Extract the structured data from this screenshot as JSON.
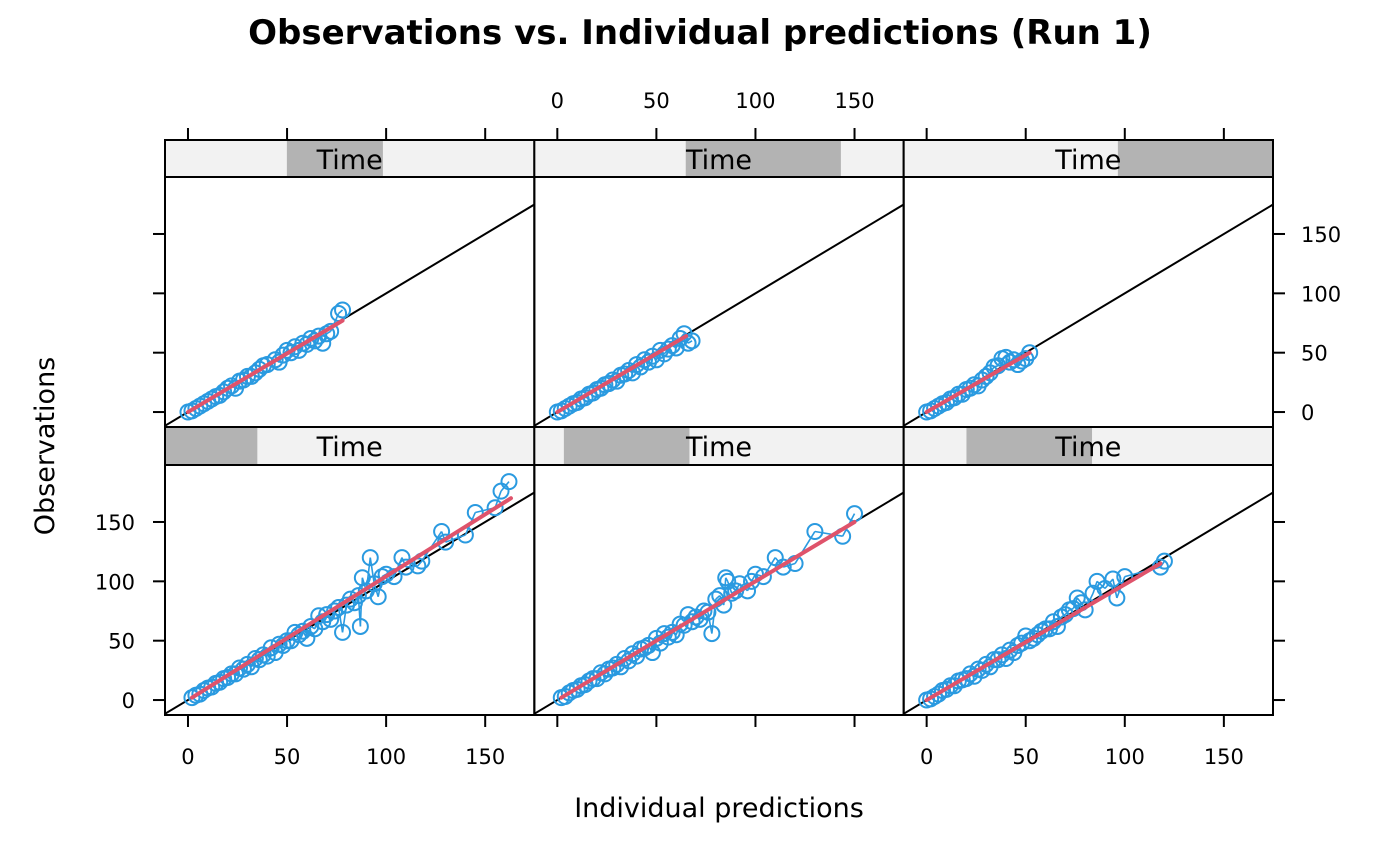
{
  "chart_data": {
    "type": "scatter",
    "title": "Observations vs. Individual predictions (Run 1)",
    "xlabel": "Individual predictions",
    "ylabel": "Observations",
    "xlim": [
      -11.6,
      174.8
    ],
    "ylim": [
      -12.6,
      198
    ],
    "xticks": [
      0,
      50,
      100,
      150
    ],
    "yticks": [
      0,
      50,
      100,
      150
    ],
    "xtick_labels": [
      "0",
      "50",
      "100",
      "150"
    ],
    "ytick_labels": [
      "0",
      "50",
      "100",
      "150"
    ],
    "grid": false,
    "layout": {
      "columns": 3,
      "rows": 2
    },
    "strip_variable": "Time",
    "reference_line": {
      "type": "identity",
      "slope": 1,
      "intercept": 0
    },
    "colors": {
      "points": "#2a9ae0",
      "smooth": "#df536b",
      "identity": "#000000",
      "strip_bg": "#f2f2f2",
      "strip_shade": "#b3b3b3"
    },
    "panels": [
      {
        "id": "bottom-left",
        "strip": {
          "label": "Time",
          "shade_range": [
            0.0,
            0.25
          ]
        },
        "max_pred": 163,
        "max_obs": 185,
        "smooth": {
          "x0": 2,
          "y0": 2,
          "x1": 163,
          "y1": 170
        },
        "points": [
          [
            2,
            2
          ],
          [
            4,
            4
          ],
          [
            6,
            5
          ],
          [
            8,
            8
          ],
          [
            10,
            10
          ],
          [
            12,
            11
          ],
          [
            14,
            14
          ],
          [
            16,
            15
          ],
          [
            18,
            18
          ],
          [
            20,
            19
          ],
          [
            22,
            22
          ],
          [
            24,
            22
          ],
          [
            26,
            27
          ],
          [
            28,
            26
          ],
          [
            30,
            30
          ],
          [
            32,
            28
          ],
          [
            34,
            35
          ],
          [
            36,
            34
          ],
          [
            38,
            38
          ],
          [
            40,
            37
          ],
          [
            42,
            44
          ],
          [
            44,
            40
          ],
          [
            46,
            47
          ],
          [
            48,
            46
          ],
          [
            50,
            50
          ],
          [
            52,
            50
          ],
          [
            54,
            57
          ],
          [
            56,
            55
          ],
          [
            58,
            58
          ],
          [
            60,
            52
          ],
          [
            62,
            62
          ],
          [
            64,
            60
          ],
          [
            66,
            71
          ],
          [
            68,
            66
          ],
          [
            70,
            72
          ],
          [
            72,
            68
          ],
          [
            74,
            75
          ],
          [
            76,
            78
          ],
          [
            78,
            57
          ],
          [
            80,
            80
          ],
          [
            82,
            85
          ],
          [
            84,
            82
          ],
          [
            86,
            88
          ],
          [
            87,
            62
          ],
          [
            88,
            103
          ],
          [
            90,
            92
          ],
          [
            92,
            120
          ],
          [
            94,
            98
          ],
          [
            96,
            87
          ],
          [
            98,
            104
          ],
          [
            100,
            106
          ],
          [
            104,
            104
          ],
          [
            108,
            120
          ],
          [
            110,
            112
          ],
          [
            116,
            113
          ],
          [
            118,
            117
          ],
          [
            128,
            142
          ],
          [
            130,
            133
          ],
          [
            140,
            139
          ],
          [
            145,
            158
          ],
          [
            155,
            162
          ],
          [
            158,
            176
          ],
          [
            162,
            184
          ]
        ]
      },
      {
        "id": "bottom-middle",
        "strip": {
          "label": "Time",
          "shade_range": [
            0.08,
            0.42
          ]
        },
        "max_pred": 150,
        "max_obs": 158,
        "smooth": {
          "x0": 2,
          "y0": 2,
          "x1": 150,
          "y1": 150
        },
        "points": [
          [
            2,
            2
          ],
          [
            4,
            3
          ],
          [
            6,
            6
          ],
          [
            8,
            8
          ],
          [
            10,
            9
          ],
          [
            12,
            12
          ],
          [
            14,
            13
          ],
          [
            16,
            16
          ],
          [
            18,
            18
          ],
          [
            20,
            18
          ],
          [
            22,
            23
          ],
          [
            24,
            22
          ],
          [
            26,
            26
          ],
          [
            28,
            27
          ],
          [
            30,
            30
          ],
          [
            32,
            28
          ],
          [
            34,
            35
          ],
          [
            36,
            33
          ],
          [
            38,
            39
          ],
          [
            40,
            37
          ],
          [
            42,
            43
          ],
          [
            44,
            44
          ],
          [
            46,
            46
          ],
          [
            48,
            40
          ],
          [
            50,
            52
          ],
          [
            52,
            48
          ],
          [
            54,
            56
          ],
          [
            56,
            53
          ],
          [
            58,
            57
          ],
          [
            60,
            55
          ],
          [
            62,
            64
          ],
          [
            64,
            63
          ],
          [
            66,
            72
          ],
          [
            68,
            66
          ],
          [
            70,
            70
          ],
          [
            72,
            68
          ],
          [
            74,
            75
          ],
          [
            76,
            74
          ],
          [
            78,
            56
          ],
          [
            80,
            85
          ],
          [
            82,
            88
          ],
          [
            84,
            80
          ],
          [
            85,
            103
          ],
          [
            86,
            100
          ],
          [
            88,
            90
          ],
          [
            90,
            92
          ],
          [
            92,
            98
          ],
          [
            96,
            92
          ],
          [
            98,
            100
          ],
          [
            100,
            106
          ],
          [
            104,
            104
          ],
          [
            110,
            120
          ],
          [
            114,
            112
          ],
          [
            120,
            115
          ],
          [
            130,
            142
          ],
          [
            144,
            138
          ],
          [
            150,
            157
          ]
        ]
      },
      {
        "id": "bottom-right",
        "strip": {
          "label": "Time",
          "shade_range": [
            0.17,
            0.51
          ]
        },
        "max_pred": 120,
        "max_obs": 117,
        "smooth": {
          "x0": 0,
          "y0": 0,
          "x1": 118,
          "y1": 115
        },
        "points": [
          [
            0,
            0
          ],
          [
            2,
            1
          ],
          [
            4,
            3
          ],
          [
            6,
            5
          ],
          [
            8,
            8
          ],
          [
            10,
            9
          ],
          [
            12,
            12
          ],
          [
            14,
            12
          ],
          [
            16,
            16
          ],
          [
            18,
            17
          ],
          [
            20,
            18
          ],
          [
            22,
            22
          ],
          [
            24,
            20
          ],
          [
            26,
            26
          ],
          [
            28,
            25
          ],
          [
            30,
            30
          ],
          [
            32,
            28
          ],
          [
            34,
            34
          ],
          [
            36,
            34
          ],
          [
            38,
            38
          ],
          [
            40,
            35
          ],
          [
            42,
            42
          ],
          [
            44,
            40
          ],
          [
            46,
            46
          ],
          [
            48,
            48
          ],
          [
            50,
            54
          ],
          [
            52,
            50
          ],
          [
            54,
            52
          ],
          [
            56,
            55
          ],
          [
            58,
            58
          ],
          [
            60,
            60
          ],
          [
            62,
            60
          ],
          [
            64,
            66
          ],
          [
            66,
            62
          ],
          [
            68,
            70
          ],
          [
            70,
            72
          ],
          [
            72,
            76
          ],
          [
            74,
            77
          ],
          [
            76,
            86
          ],
          [
            78,
            82
          ],
          [
            80,
            76
          ],
          [
            84,
            90
          ],
          [
            86,
            100
          ],
          [
            90,
            94
          ],
          [
            94,
            102
          ],
          [
            96,
            86
          ],
          [
            100,
            104
          ],
          [
            118,
            112
          ],
          [
            120,
            117
          ]
        ]
      },
      {
        "id": "top-left",
        "strip": {
          "label": "Time",
          "shade_range": [
            0.33,
            0.59
          ]
        },
        "max_pred": 78,
        "max_obs": 86,
        "smooth": {
          "x0": 0,
          "y0": 0,
          "x1": 78,
          "y1": 77
        },
        "points": [
          [
            0,
            0
          ],
          [
            2,
            1
          ],
          [
            4,
            3
          ],
          [
            6,
            5
          ],
          [
            8,
            7
          ],
          [
            10,
            9
          ],
          [
            12,
            11
          ],
          [
            14,
            13
          ],
          [
            16,
            14
          ],
          [
            18,
            17
          ],
          [
            20,
            20
          ],
          [
            22,
            22
          ],
          [
            24,
            20
          ],
          [
            26,
            26
          ],
          [
            28,
            27
          ],
          [
            30,
            30
          ],
          [
            32,
            30
          ],
          [
            34,
            33
          ],
          [
            36,
            36
          ],
          [
            38,
            39
          ],
          [
            40,
            40
          ],
          [
            44,
            44
          ],
          [
            46,
            42
          ],
          [
            48,
            48
          ],
          [
            50,
            52
          ],
          [
            52,
            50
          ],
          [
            54,
            55
          ],
          [
            56,
            52
          ],
          [
            58,
            58
          ],
          [
            60,
            57
          ],
          [
            62,
            62
          ],
          [
            64,
            60
          ],
          [
            66,
            64
          ],
          [
            68,
            58
          ],
          [
            70,
            66
          ],
          [
            72,
            68
          ],
          [
            76,
            83
          ],
          [
            78,
            86
          ]
        ]
      },
      {
        "id": "top-middle",
        "strip": {
          "label": "Time",
          "shade_range": [
            0.41,
            0.83
          ]
        },
        "max_pred": 68,
        "max_obs": 66,
        "smooth": {
          "x0": 0,
          "y0": 0,
          "x1": 65,
          "y1": 64
        },
        "points": [
          [
            0,
            0
          ],
          [
            2,
            1
          ],
          [
            4,
            3
          ],
          [
            6,
            5
          ],
          [
            8,
            7
          ],
          [
            10,
            8
          ],
          [
            12,
            11
          ],
          [
            14,
            12
          ],
          [
            16,
            15
          ],
          [
            18,
            16
          ],
          [
            20,
            19
          ],
          [
            22,
            20
          ],
          [
            24,
            23
          ],
          [
            26,
            24
          ],
          [
            28,
            27
          ],
          [
            30,
            26
          ],
          [
            32,
            31
          ],
          [
            34,
            32
          ],
          [
            36,
            35
          ],
          [
            38,
            33
          ],
          [
            40,
            40
          ],
          [
            42,
            38
          ],
          [
            44,
            44
          ],
          [
            46,
            42
          ],
          [
            48,
            47
          ],
          [
            50,
            44
          ],
          [
            52,
            52
          ],
          [
            54,
            49
          ],
          [
            56,
            53
          ],
          [
            58,
            56
          ],
          [
            60,
            54
          ],
          [
            62,
            62
          ],
          [
            64,
            66
          ],
          [
            66,
            58
          ],
          [
            68,
            60
          ]
        ]
      },
      {
        "id": "top-right",
        "strip": {
          "label": "Time",
          "shade_range": [
            0.58,
            1.0
          ]
        },
        "max_pred": 52,
        "max_obs": 50,
        "smooth": {
          "x0": 0,
          "y0": 0,
          "x1": 52,
          "y1": 50
        },
        "points": [
          [
            0,
            0
          ],
          [
            2,
            1
          ],
          [
            4,
            3
          ],
          [
            6,
            5
          ],
          [
            8,
            7
          ],
          [
            10,
            8
          ],
          [
            12,
            11
          ],
          [
            14,
            12
          ],
          [
            16,
            15
          ],
          [
            18,
            15
          ],
          [
            20,
            19
          ],
          [
            22,
            20
          ],
          [
            24,
            23
          ],
          [
            26,
            22
          ],
          [
            28,
            27
          ],
          [
            30,
            30
          ],
          [
            32,
            33
          ],
          [
            34,
            38
          ],
          [
            36,
            39
          ],
          [
            38,
            45
          ],
          [
            40,
            46
          ],
          [
            42,
            42
          ],
          [
            44,
            44
          ],
          [
            46,
            40
          ],
          [
            48,
            43
          ],
          [
            50,
            45
          ],
          [
            52,
            50
          ]
        ]
      }
    ]
  }
}
